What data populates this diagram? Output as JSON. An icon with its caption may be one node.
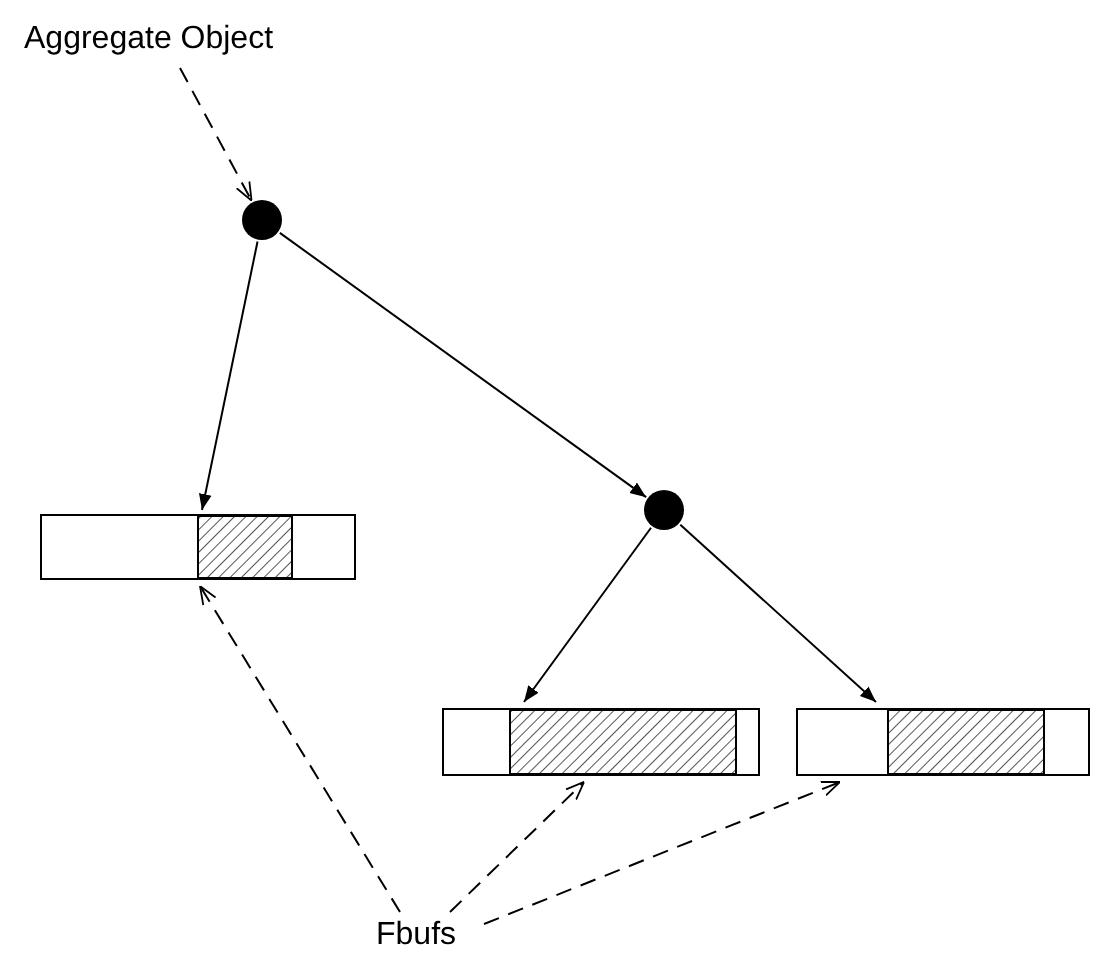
{
  "diagram": {
    "nodes": [
      {
        "text": [
          "Aggregate Object"
        ]
      },
      {
        "text": [],
        "shape": "circle"
      },
      {
        "text": [],
        "shape": "box"
      },
      {
        "text": [],
        "shape": "circle"
      },
      {
        "text": [],
        "shape": "box"
      },
      {
        "text": [],
        "shape": "box"
      },
      {
        "text": [
          "Fbufs"
        ]
      }
    ],
    "edges": [
      {
        "from": 0,
        "to": 1,
        "arrow": "to",
        "style": "dashed"
      },
      {
        "from": 1,
        "to": 2,
        "arrow": "to"
      },
      {
        "from": 1,
        "to": 3,
        "arrow": "to"
      },
      {
        "from": 3,
        "to": 4,
        "arrow": "to"
      },
      {
        "from": 3,
        "to": 5,
        "arrow": "to"
      },
      {
        "from": 6,
        "to": 2,
        "arrow": "to",
        "style": "dashed"
      },
      {
        "from": 6,
        "to": 4,
        "arrow": "to",
        "style": "dashed"
      },
      {
        "from": 6,
        "to": 5,
        "arrow": "to",
        "style": "dashed"
      }
    ]
  }
}
